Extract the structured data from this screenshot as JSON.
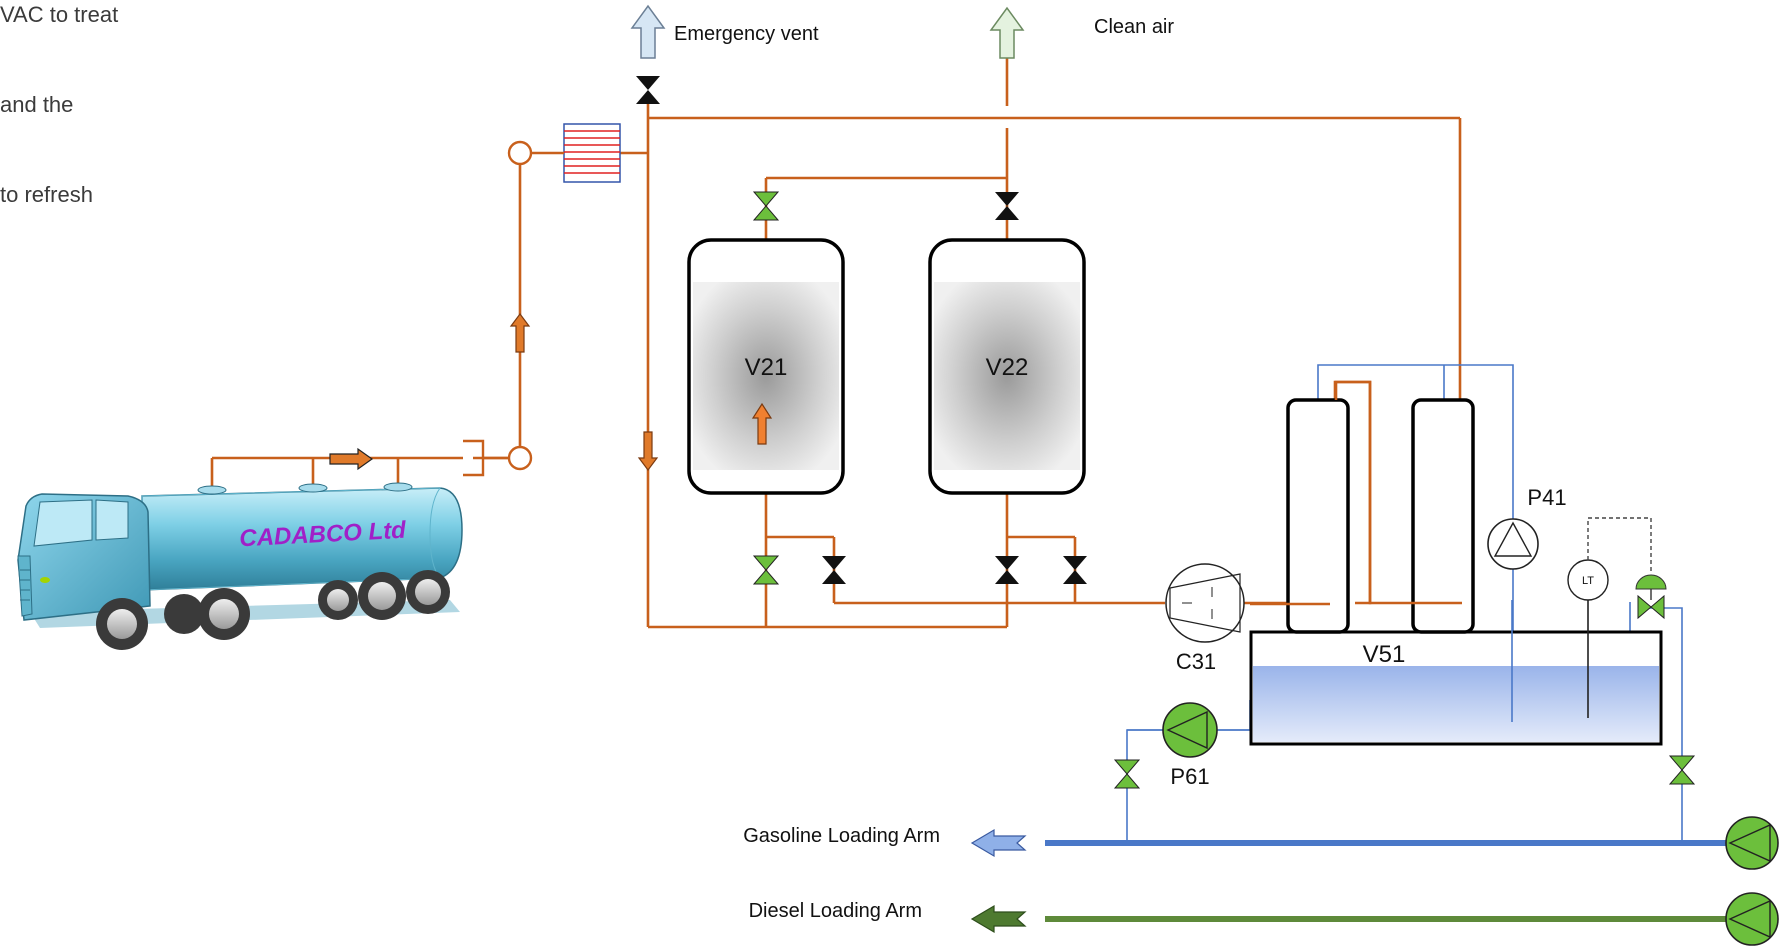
{
  "intro_lines": [
    "VAC to treat",
    "and the",
    "to refresh"
  ],
  "top_outlets": {
    "emergency_vent": "Emergency vent",
    "clean_air": "Clean air"
  },
  "vessels": {
    "v21": "V21",
    "v22": "V22",
    "v51": "V51"
  },
  "equipment": {
    "compressor": "C31",
    "pump_p41": "P41",
    "pump_p61": "P61",
    "level_transmitter": "LT"
  },
  "truck": {
    "brand": "CADABCO Ltd"
  },
  "loading_arms": {
    "gasoline": "Gasoline Loading Arm",
    "diesel": "Diesel Loading Arm"
  },
  "colors": {
    "vapor_line": "#c8601c",
    "gasoline_line": "#4a78c8",
    "diesel_line": "#5e8a3a",
    "valve_green": "#6cbf3c",
    "truck_blue": "#8ed8ee",
    "brand_purple": "#a020c8"
  },
  "icons": [
    "up-arrow-icon",
    "down-arrow-icon",
    "right-arrow-icon",
    "left-arrow-icon",
    "valve-icon",
    "pump-icon",
    "compressor-icon",
    "heat-exchanger-icon",
    "flame-arrestor-icon",
    "control-valve-icon",
    "level-transmitter-icon",
    "truck-icon"
  ]
}
